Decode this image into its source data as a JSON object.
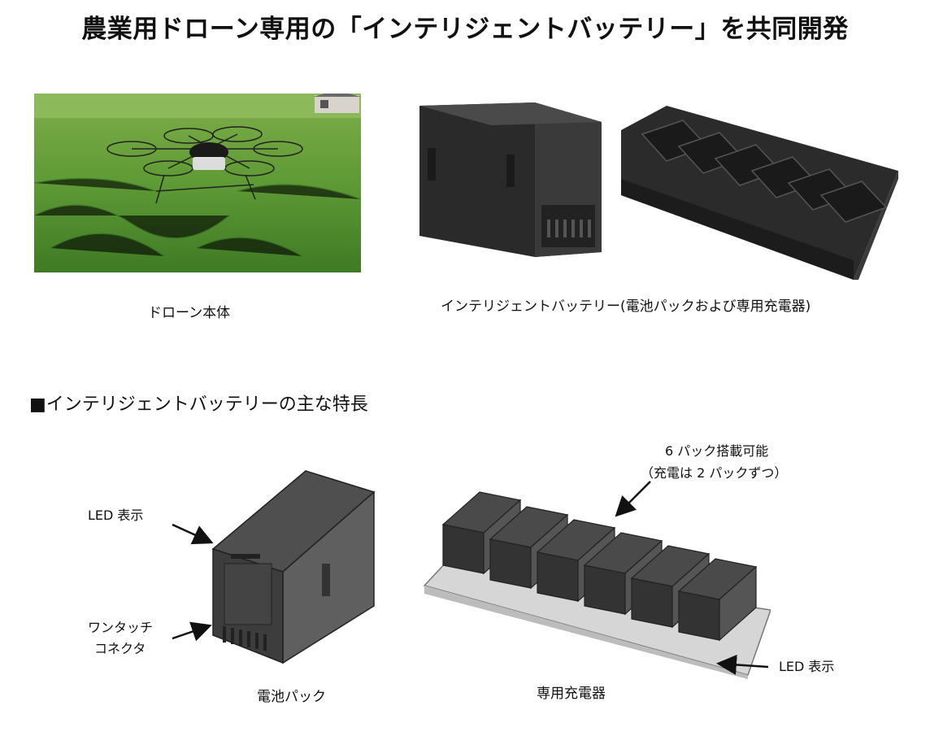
{
  "title": "農業用ドローン専用の「インテリジェントバッテリー」を共同開発",
  "captions": {
    "drone": "ドローン本体",
    "battery_set": "インテリジェントバッテリー(電池パックおよび専用充電器)",
    "battery_pack": "電池パック",
    "charger": "専用充電器"
  },
  "section_heading": "■インテリジェントバッテリーの主な特長",
  "callouts": {
    "led_pack": "LED 表示",
    "connector_line1": "ワンタッチ",
    "connector_line2": "コネクタ",
    "capacity_line1": "6 パック搭載可能",
    "capacity_line2": "（充電は 2 パックずつ）",
    "led_charger": "LED 表示"
  }
}
